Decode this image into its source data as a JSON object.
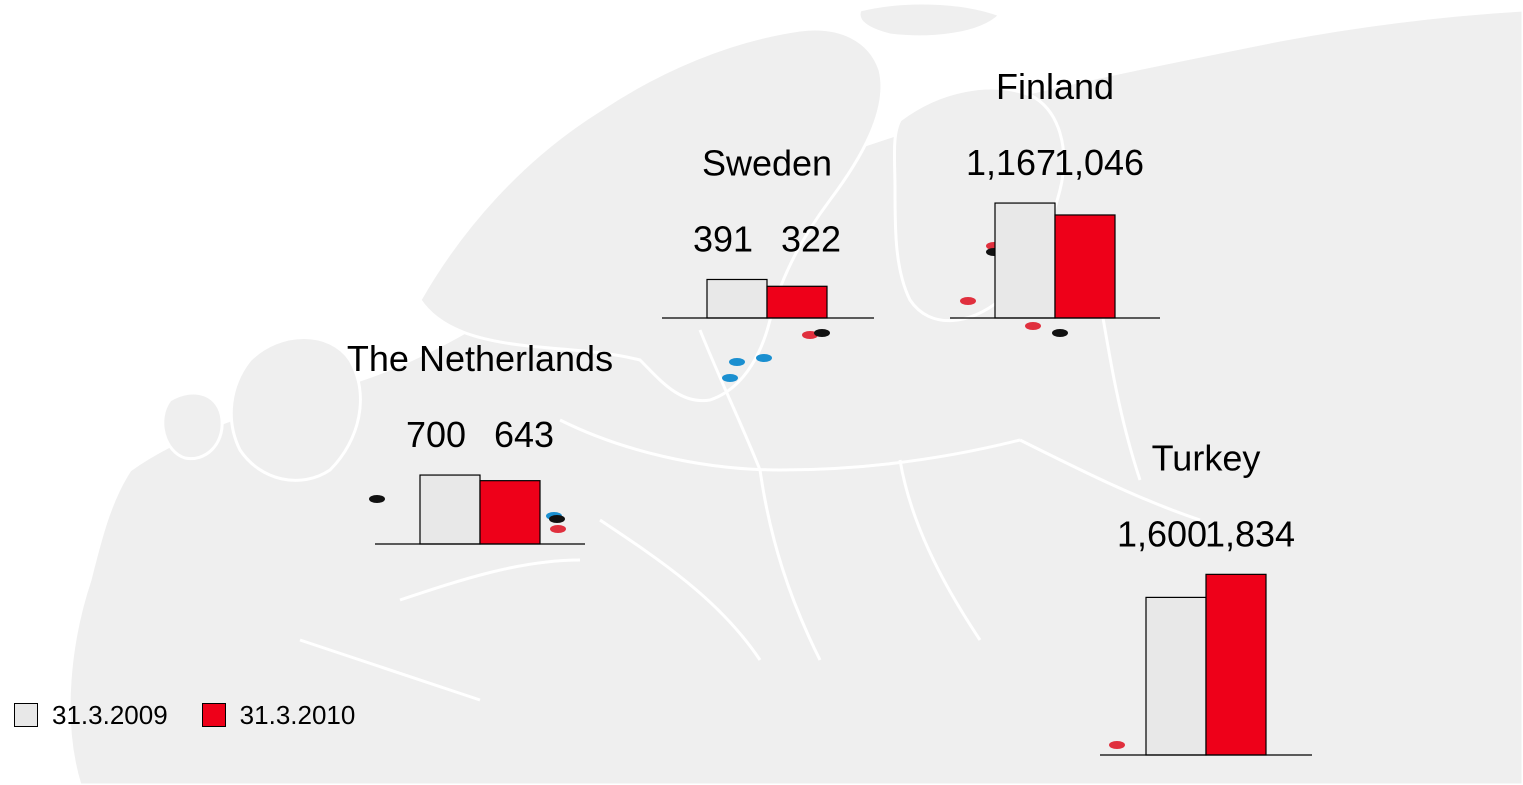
{
  "chart_data": {
    "type": "bar",
    "categories": [
      "The Netherlands",
      "Sweden",
      "Finland",
      "Turkey"
    ],
    "series": [
      {
        "name": "31.3.2009",
        "values": [
          700,
          391,
          1167,
          1600
        ]
      },
      {
        "name": "31.3.2010",
        "values": [
          643,
          322,
          1046,
          1834
        ]
      }
    ],
    "value_labels": [
      [
        "700",
        "643"
      ],
      [
        "391",
        "322"
      ],
      [
        "1,167",
        "1,046"
      ],
      [
        "1,600",
        "1,834"
      ]
    ],
    "legend_placement": "bottom-left",
    "grid": false
  },
  "colors": {
    "series_2009": "#e8e8e8",
    "series_2010": "#ee0019",
    "map_land": "#efefef",
    "map_border": "#ffffff",
    "marker_red": "#e0303e",
    "marker_black": "#111111",
    "marker_blue": "#1a8fd0"
  }
}
